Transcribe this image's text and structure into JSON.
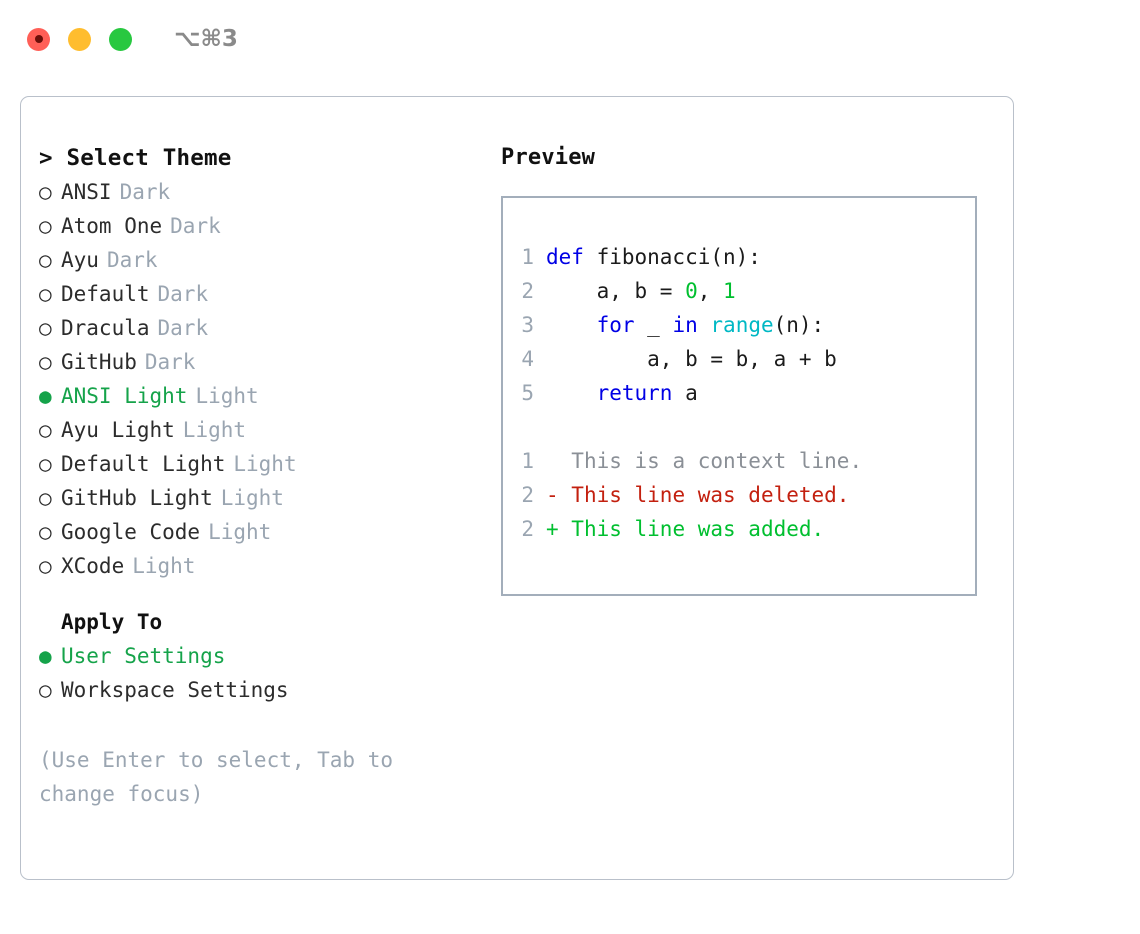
{
  "titlebar": {
    "shortcut": "⌥⌘3",
    "lights": [
      {
        "name": "close-button",
        "color": "#ff5f57"
      },
      {
        "name": "minimize-button",
        "color": "#ffbd2e"
      },
      {
        "name": "maximize-button",
        "color": "#28c840"
      }
    ]
  },
  "theme_panel": {
    "header": "> Select Theme",
    "items": [
      {
        "marker": "○",
        "label": "ANSI",
        "tag": "Dark",
        "selected": false
      },
      {
        "marker": "○",
        "label": "Atom One",
        "tag": "Dark",
        "selected": false
      },
      {
        "marker": "○",
        "label": "Ayu",
        "tag": "Dark",
        "selected": false
      },
      {
        "marker": "○",
        "label": "Default",
        "tag": "Dark",
        "selected": false
      },
      {
        "marker": "○",
        "label": "Dracula",
        "tag": "Dark",
        "selected": false
      },
      {
        "marker": "○",
        "label": "GitHub",
        "tag": "Dark",
        "selected": false
      },
      {
        "marker": "●",
        "label": "ANSI Light",
        "tag": "Light",
        "selected": true
      },
      {
        "marker": "○",
        "label": "Ayu Light",
        "tag": "Light",
        "selected": false
      },
      {
        "marker": "○",
        "label": "Default Light",
        "tag": "Light",
        "selected": false
      },
      {
        "marker": "○",
        "label": "GitHub Light",
        "tag": "Light",
        "selected": false
      },
      {
        "marker": "○",
        "label": "Google Code",
        "tag": "Light",
        "selected": false
      },
      {
        "marker": "○",
        "label": "XCode",
        "tag": "Light",
        "selected": false
      }
    ]
  },
  "apply_to": {
    "header": "Apply To",
    "items": [
      {
        "marker": "●",
        "label": "User Settings",
        "selected": true
      },
      {
        "marker": "○",
        "label": "Workspace Settings",
        "selected": false
      }
    ]
  },
  "hint": "(Use Enter to select, Tab to change focus)",
  "preview": {
    "title": "Preview",
    "code_lines": [
      {
        "num": "1",
        "tokens": [
          {
            "t": "def ",
            "c": "kw"
          },
          {
            "t": "fibonacci(n):",
            "c": "pl"
          }
        ]
      },
      {
        "num": "2",
        "tokens": [
          {
            "t": "    a, b = ",
            "c": "var"
          },
          {
            "t": "0",
            "c": "num"
          },
          {
            "t": ", ",
            "c": "pl"
          },
          {
            "t": "1",
            "c": "num"
          }
        ]
      },
      {
        "num": "3",
        "tokens": [
          {
            "t": "    ",
            "c": "pl"
          },
          {
            "t": "for",
            "c": "kw"
          },
          {
            "t": " _ ",
            "c": "var"
          },
          {
            "t": "in",
            "c": "kw"
          },
          {
            "t": " ",
            "c": "pl"
          },
          {
            "t": "range",
            "c": "fn"
          },
          {
            "t": "(n):",
            "c": "pl"
          }
        ]
      },
      {
        "num": "4",
        "tokens": [
          {
            "t": "        a, b = b, a + b",
            "c": "var"
          }
        ]
      },
      {
        "num": "5",
        "tokens": [
          {
            "t": "    ",
            "c": "pl"
          },
          {
            "t": "return",
            "c": "kw"
          },
          {
            "t": " a",
            "c": "var"
          }
        ]
      }
    ],
    "diff_lines": [
      {
        "num": "1",
        "sign": "  ",
        "text": "This is a context line.",
        "kind": "d-ctx"
      },
      {
        "num": "2",
        "sign": "- ",
        "text": "This line was deleted.",
        "kind": "d-del"
      },
      {
        "num": "2",
        "sign": "+ ",
        "text": "This line was added.",
        "kind": "d-add"
      }
    ]
  },
  "colors": {
    "accent_green": "#15a34a",
    "muted": "#9aa5b1",
    "keyword_blue": "#0000e5",
    "function_cyan": "#00b8c4",
    "number_green": "#00bf2f",
    "diff_deleted_red": "#c3200f",
    "diff_added_green": "#00bf2f",
    "border": "#b9c0ca"
  }
}
